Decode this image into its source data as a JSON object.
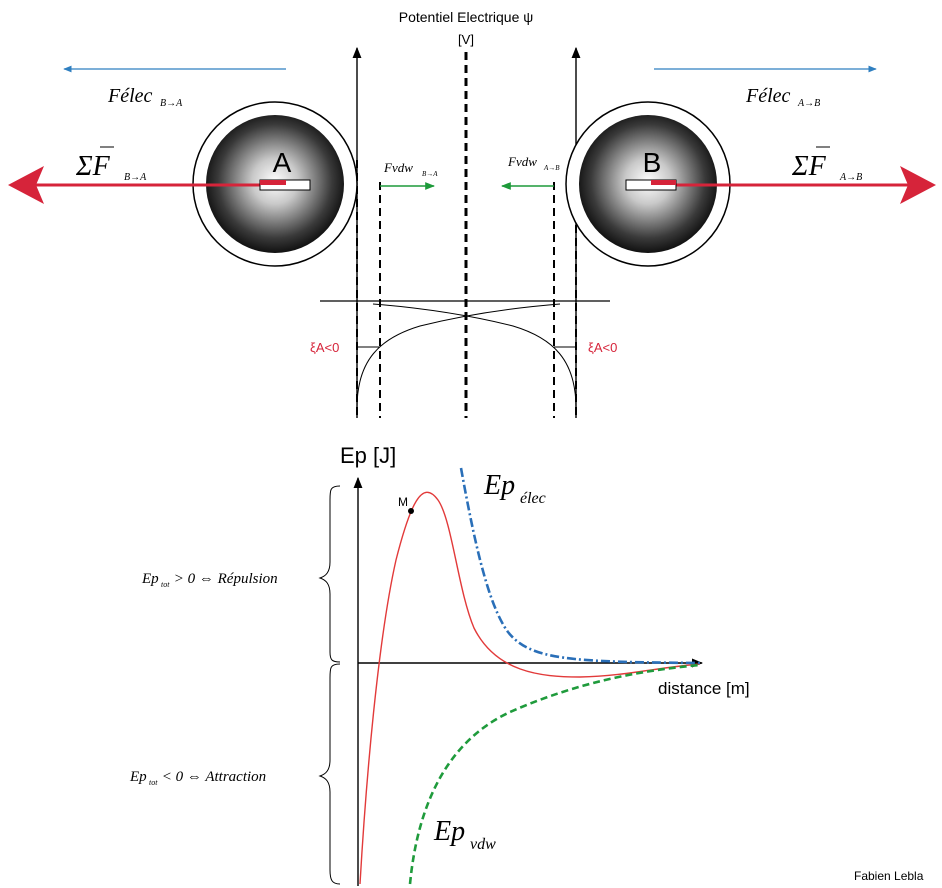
{
  "potential_axis": {
    "title": "Potentiel Electrique ψ",
    "unit": "[V]"
  },
  "spheres": [
    {
      "label": "A"
    },
    {
      "label": "B"
    }
  ],
  "forces": {
    "elec_b_to_a": {
      "main": "Félec",
      "sub": "B→A"
    },
    "elec_a_to_b": {
      "main": "Félec",
      "sub": "A→B"
    },
    "sum_b_to_a": {
      "main": "ΣF",
      "sub": "B→A"
    },
    "sum_a_to_b": {
      "main": "ΣF",
      "sub": "A→B"
    },
    "vdw_b_to_a": {
      "main": "Fvdw",
      "sub": "B→A"
    },
    "vdw_a_to_b": {
      "main": "Fvdw",
      "sub": "A→B"
    }
  },
  "zeta_left": "ξA<0",
  "zeta_right": "ξA<0",
  "energy_graph": {
    "ylabel": "Ep [J]",
    "xlabel": "distance [m]",
    "point_m": "M",
    "curve_elec": {
      "main": "Ep",
      "sub": "élec"
    },
    "curve_vdw": {
      "main": "Ep",
      "sub": "vdw"
    },
    "repulsion": {
      "main": "Ep",
      "sub": "tot",
      "rest": " > 0 ⇔ Répulsion"
    },
    "attraction": {
      "main": "Ep",
      "sub": "tot",
      "rest": " < 0 ⇔ Attraction"
    }
  },
  "colors": {
    "red": "#d6243a",
    "blue": "#2f7fc0",
    "green": "#1d9a3a",
    "curve_red": "#e23a3a",
    "elec_dash": "#2a6fb8",
    "vdw_dash": "#1f9b3c"
  },
  "credit": "Fabien Lebla"
}
